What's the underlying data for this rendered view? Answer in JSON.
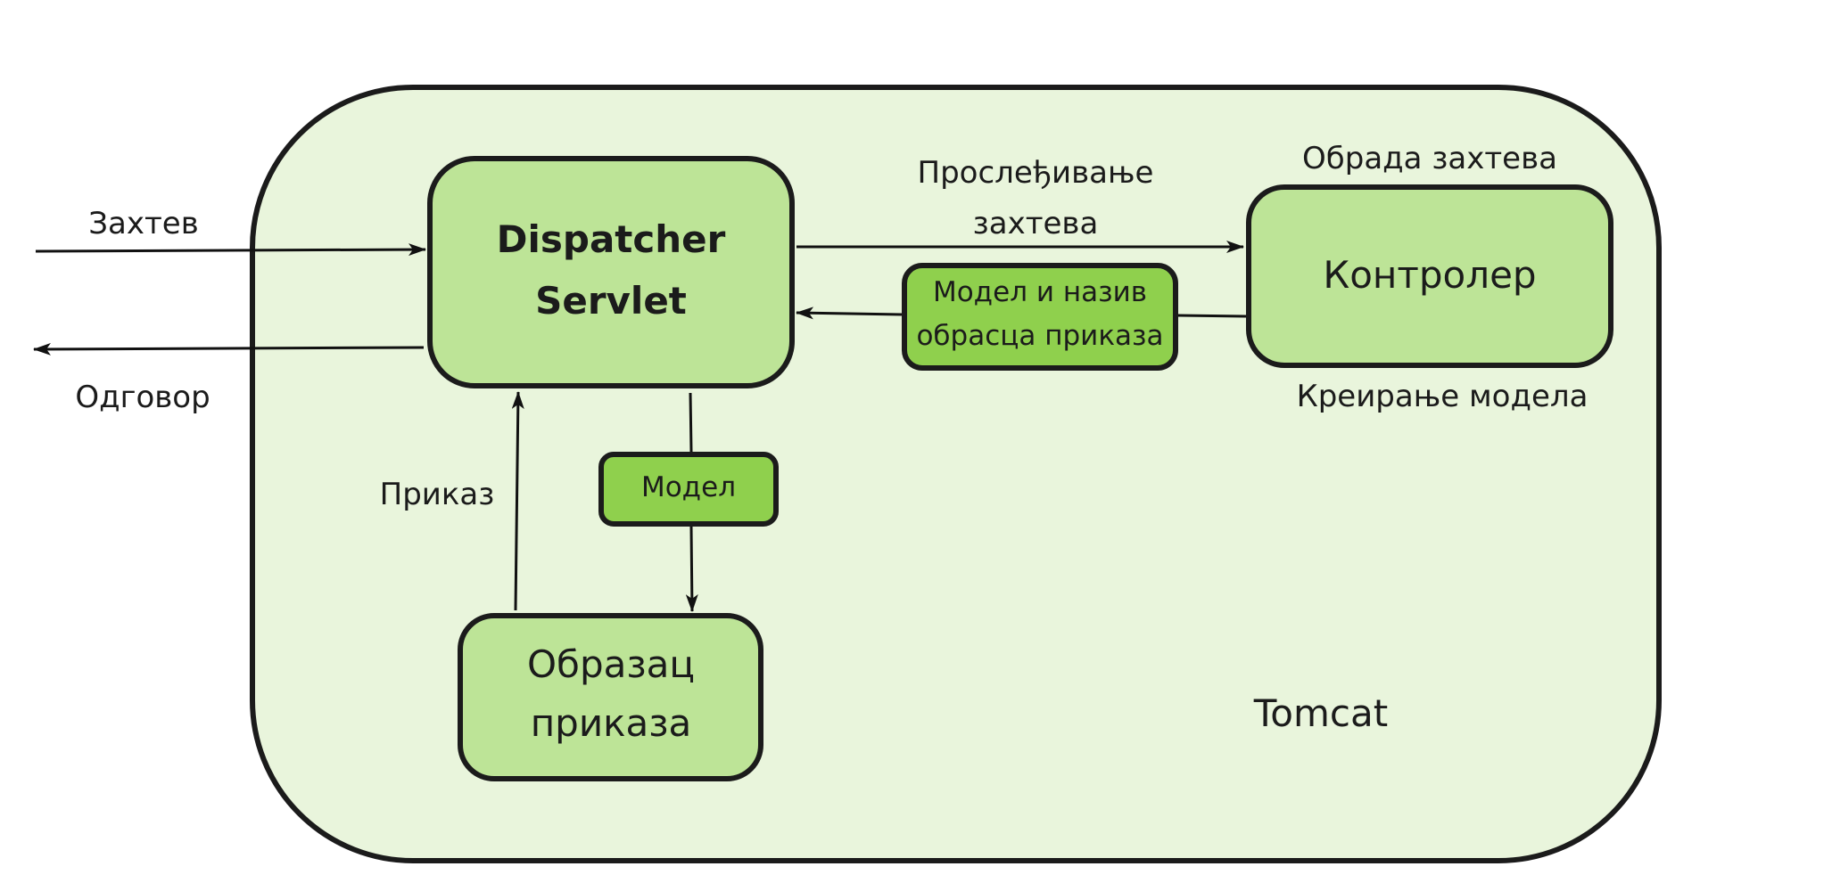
{
  "colors": {
    "container_fill": "#e9f5dc",
    "box_fill": "#bde497",
    "data_box_fill": "#8fd04d",
    "stroke": "#1b1b1b"
  },
  "container": {
    "label": "Tomcat"
  },
  "nodes": {
    "dispatcher": {
      "line1": "Dispatcher",
      "line2": "Servlet"
    },
    "controller": {
      "label": "Контролер"
    },
    "view": {
      "line1": "Образац",
      "line2": "приказа"
    },
    "model_and_view": {
      "line1": "Модел и назив",
      "line2": "обрасца приказа"
    },
    "model": {
      "label": "Модел"
    }
  },
  "labels": {
    "request": "Захтев",
    "response": "Одговор",
    "forwarding_line1": "Прослеђивање",
    "forwarding_line2": "захтева",
    "processing": "Обрада захтева",
    "model_creation": "Креирање модела",
    "view_render": "Приказ"
  }
}
